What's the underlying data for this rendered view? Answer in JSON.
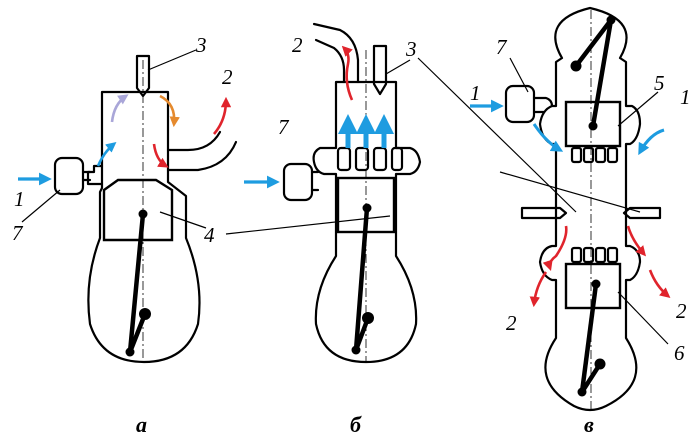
{
  "labels": {
    "a_1": "1",
    "a_2": "2",
    "a_3": "3",
    "a_4": "4",
    "a_7": "7",
    "b_2": "2",
    "b_3": "3",
    "b_7": "7",
    "c_1_left": "1",
    "c_1_right": "1",
    "c_5": "5",
    "c_7": "7",
    "c_2_left": "2",
    "c_2_right": "2",
    "c_6": "6"
  },
  "captions": {
    "a": "а",
    "b": "б",
    "c": "в"
  },
  "colors": {
    "intake": "#1e9ce0",
    "exhaust": "#e0242c",
    "scavenge_lavender": "#a9a6d8",
    "scavenge_orange": "#e58a2e",
    "outline": "#000000"
  },
  "arrow_roles": {
    "intake": "intake-flow-arrow",
    "exhaust": "exhaust-flow-arrow"
  }
}
